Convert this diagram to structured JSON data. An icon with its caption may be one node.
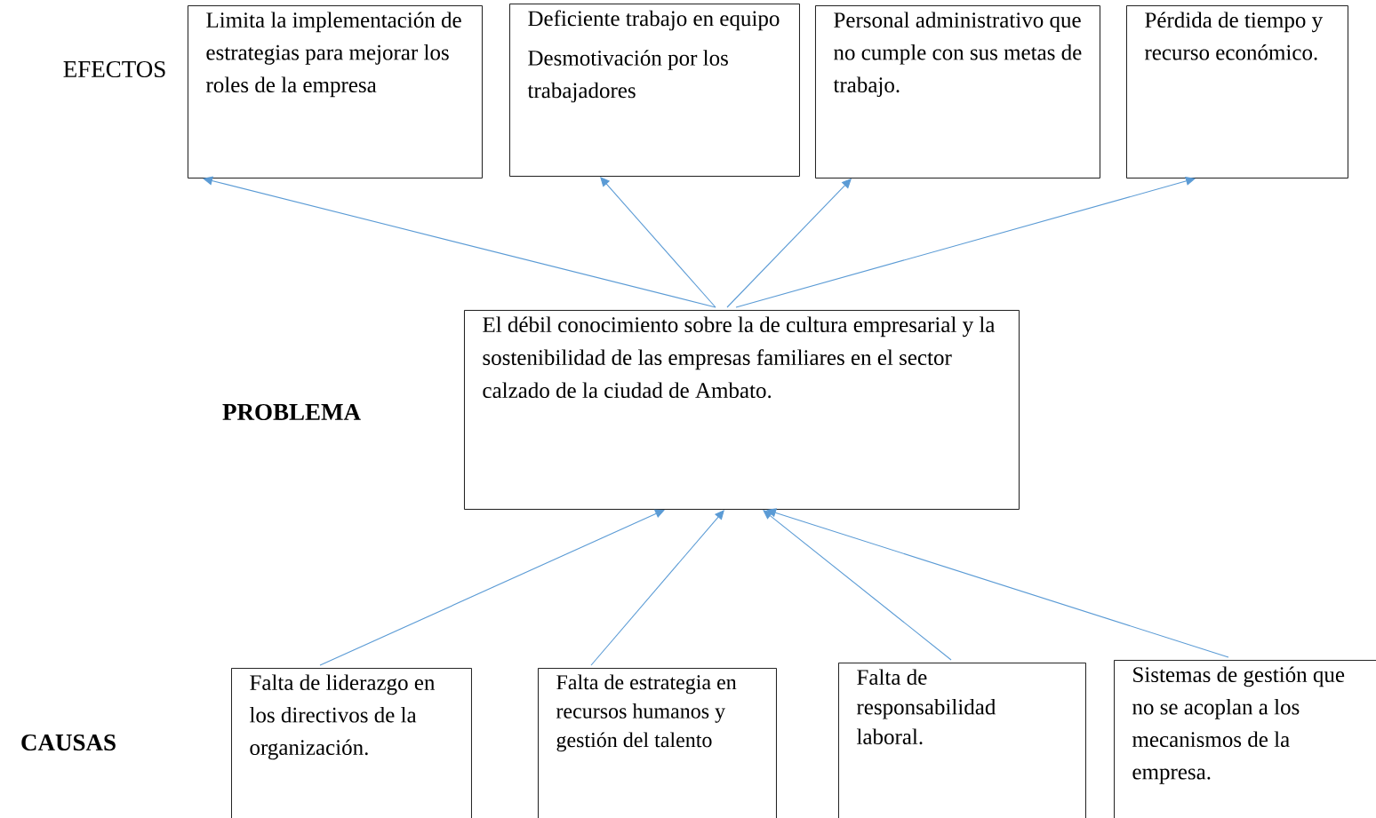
{
  "diagram": {
    "nodes": [
      {
        "text": [
          "Limita la implementación de estrategias para mejorar los roles de la empresa"
        ]
      },
      {
        "text": [
          "Deficiente trabajo en equipo",
          "Desmotivación por los trabajadores"
        ]
      },
      {
        "text": [
          "Personal administrativo que no cumple con sus metas de trabajo."
        ]
      },
      {
        "text": [
          "Pérdida de tiempo y recurso económico."
        ]
      },
      {
        "text": [
          "El débil conocimiento sobre la de cultura empresarial y la sostenibilidad de las empresas familiares en el sector calzado de la ciudad de Ambato."
        ]
      },
      {
        "text": [
          "Falta de liderazgo en los directivos de la organización."
        ]
      },
      {
        "text": [
          "Falta de estrategia en recursos humanos y gestión del talento"
        ]
      },
      {
        "text": [
          "Falta de responsabilidad laboral."
        ]
      },
      {
        "text": [
          "Sistemas de gestión que no se acoplan a los mecanismos de la empresa."
        ]
      }
    ],
    "edges": [
      {
        "from": 4,
        "to": 0,
        "arrow": "to"
      },
      {
        "from": 4,
        "to": 1,
        "arrow": "to"
      },
      {
        "from": 4,
        "to": 2,
        "arrow": "to"
      },
      {
        "from": 4,
        "to": 3,
        "arrow": "to"
      },
      {
        "from": 5,
        "to": 4,
        "arrow": "to"
      },
      {
        "from": 6,
        "to": 4,
        "arrow": "to"
      },
      {
        "from": 7,
        "to": 4,
        "arrow": "to"
      },
      {
        "from": 8,
        "to": 4,
        "arrow": "to"
      }
    ],
    "labels": [
      "EFECTOS",
      "PROBLEMA",
      "CAUSAS"
    ]
  }
}
